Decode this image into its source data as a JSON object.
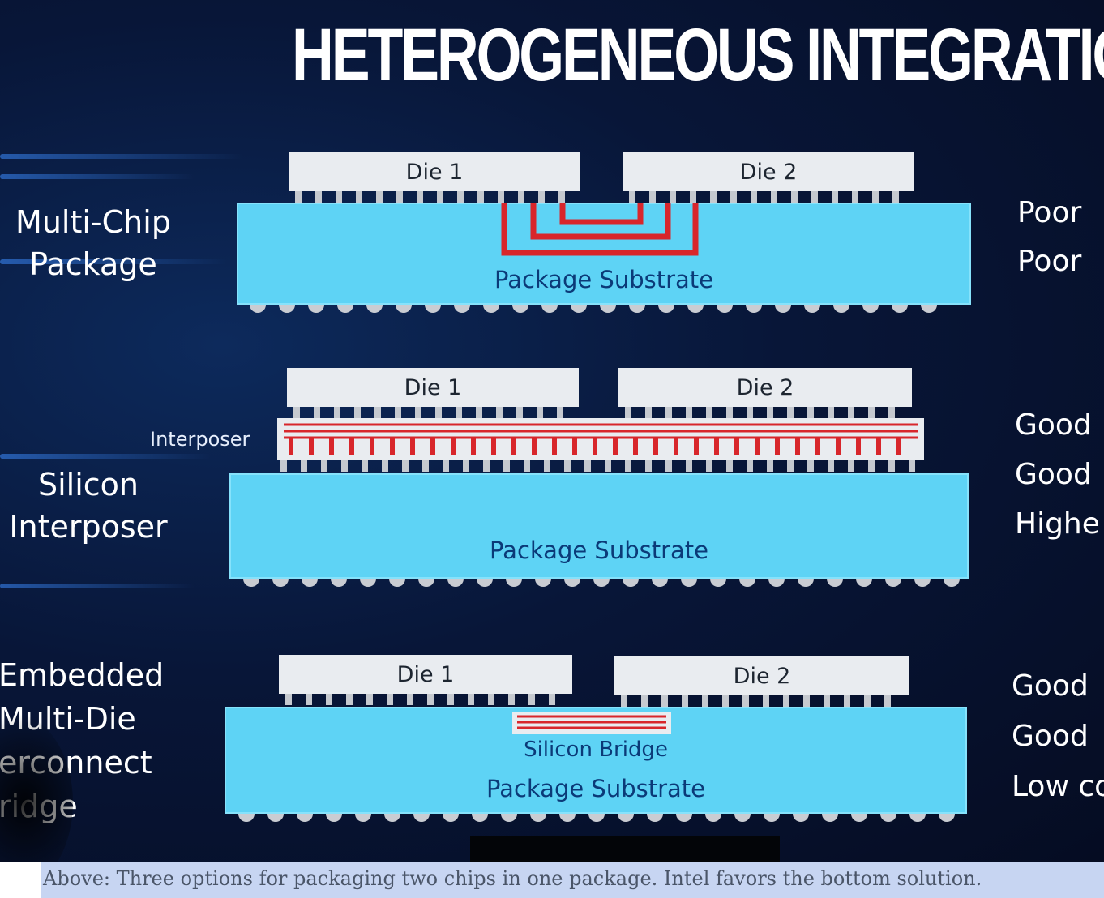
{
  "title": "HETEROGENEOUS INTEGRATION",
  "rows": [
    {
      "label": "Multi-Chip\nPackage",
      "die1": "Die 1",
      "die2": "Die 2",
      "substrate": "Package Substrate",
      "right": [
        "Poor",
        "Poor"
      ]
    },
    {
      "label": "Silicon\nInterposer",
      "interposer_label": "Interposer",
      "die1": "Die 1",
      "die2": "Die 2",
      "substrate": "Package Substrate",
      "right": [
        "Good",
        "Good",
        "Highe"
      ]
    },
    {
      "label": "Embedded\nMulti-Die\nerconnect\nridge",
      "die1": "Die 1",
      "die2": "Die 2",
      "bridge": "Silicon Bridge",
      "substrate": "Package Substrate",
      "right": [
        "Good",
        "Good",
        "Low co"
      ]
    }
  ],
  "colors": {
    "background": "#081638",
    "substrate": "#5ed3f5",
    "die": "#e9ecf0",
    "wiring": "#d8262b",
    "bump": "#c9ccd2"
  },
  "caption": "Above: Three options for packaging two chips in one package. Intel favors the bottom solution."
}
